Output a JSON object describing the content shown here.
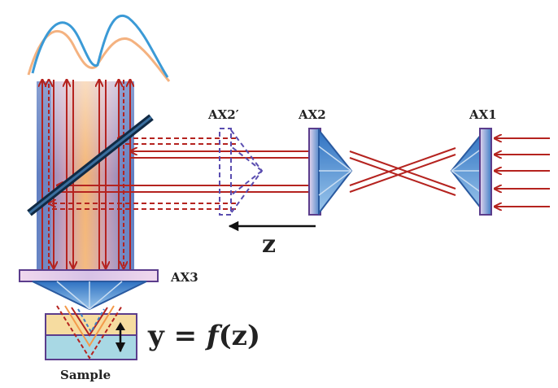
{
  "labels": {
    "ax1": "AX1",
    "ax2": "AX2",
    "ax2_prime": "AX2′",
    "ax3": "AX3",
    "z_axis": "z",
    "equation_y": "y",
    "equation_eq": " = ",
    "equation_f": "f",
    "equation_arg": "(z)",
    "sample": "Sample"
  },
  "colors": {
    "ray": "#b5231f",
    "optic_blue": "#3d7fc4",
    "optic_edge": "#5b3d8c",
    "beam_orange": "#f39a4a",
    "beam_blue": "#6f8fc8",
    "mirror": "#18364f",
    "spectrum_blue": "#3b9ad6",
    "spectrum_orange": "#f2a46a",
    "sample_top": "#f6dca0",
    "sample_bottom": "#a8d8e4"
  }
}
